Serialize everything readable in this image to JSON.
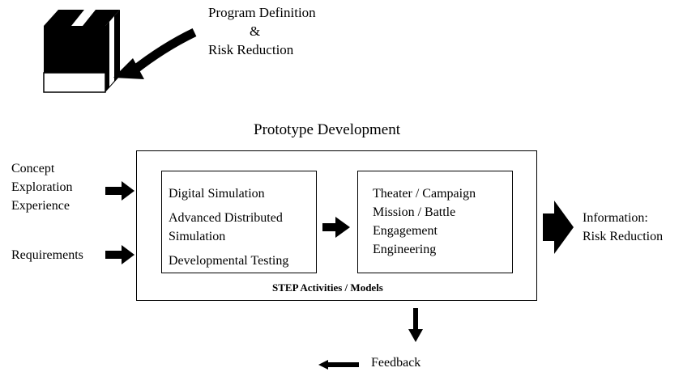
{
  "top": {
    "line1": "Program Definition",
    "line2": "&",
    "line3": "Risk Reduction"
  },
  "outer": {
    "title": "Prototype Development",
    "caption": "STEP Activities / Models"
  },
  "inputs": {
    "concept": [
      "Concept",
      "Exploration",
      "Experience"
    ],
    "requirements": "Requirements"
  },
  "left_box": {
    "items": [
      "Digital Simulation",
      "Advanced Distributed",
      "Simulation",
      "Developmental Testing"
    ]
  },
  "right_box": {
    "items": [
      "Theater / Campaign",
      "Mission / Battle",
      "Engagement",
      "Engineering"
    ]
  },
  "output": {
    "line1": "Information:",
    "line2": "Risk Reduction"
  },
  "feedback": {
    "label": "Feedback"
  }
}
